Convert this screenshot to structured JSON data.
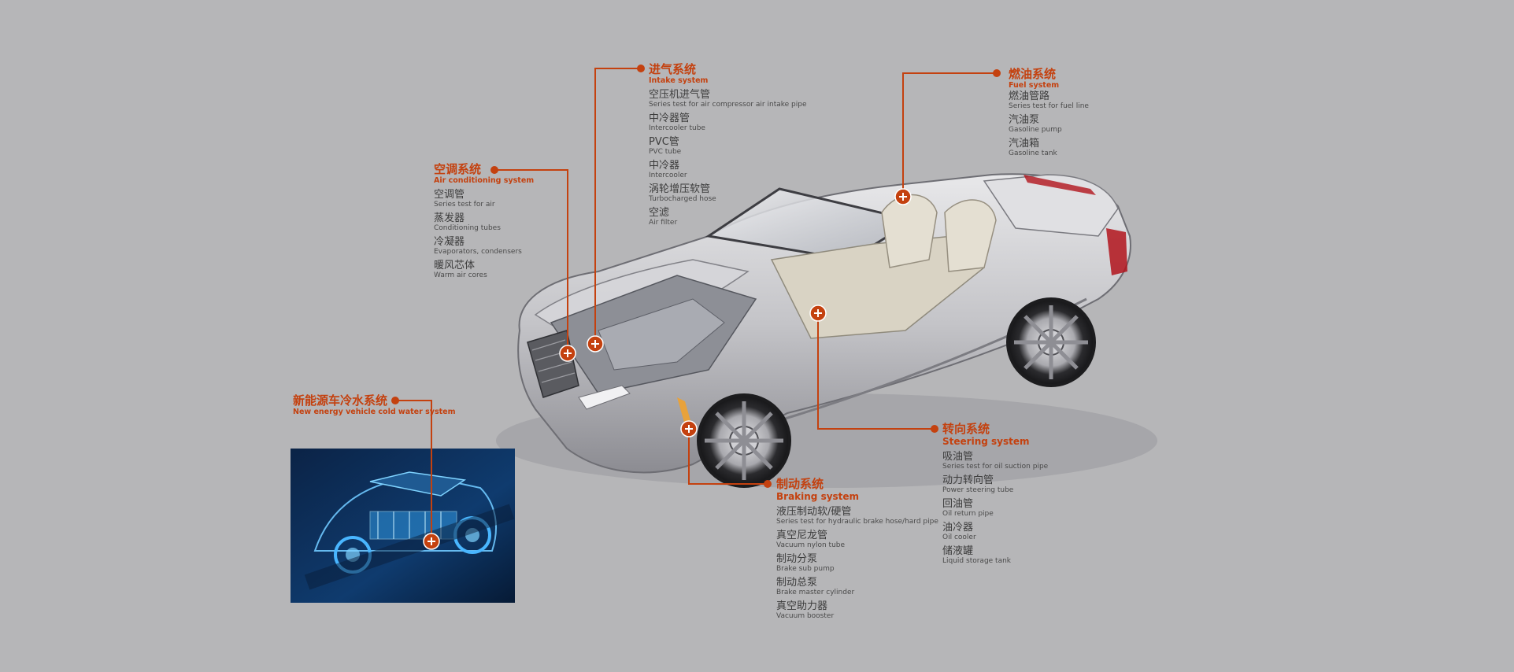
{
  "colors": {
    "background": "#b6b6b8",
    "accent": "#c4410f",
    "item_text": "#3c3c3c"
  },
  "systems": {
    "intake": {
      "title": "进气系统",
      "subtitle": "Intake system",
      "items": [
        {
          "zh": "空压机进气管",
          "en": "Series test for air compressor air intake pipe"
        },
        {
          "zh": "中冷器管",
          "en": "Intercooler tube"
        },
        {
          "zh": "PVC管",
          "en": "PVC tube"
        },
        {
          "zh": "中冷器",
          "en": "Intercooler"
        },
        {
          "zh": "涡轮增压软管",
          "en": "Turbocharged hose"
        },
        {
          "zh": "空滤",
          "en": "Air filter"
        }
      ]
    },
    "fuel": {
      "title": "燃油系统",
      "subtitle": "Fuel system",
      "items": [
        {
          "zh": "燃油管路",
          "en": "Series test for fuel line"
        },
        {
          "zh": "汽油泵",
          "en": "Gasoline pump"
        },
        {
          "zh": "汽油箱",
          "en": "Gasoline tank"
        }
      ]
    },
    "air_conditioning": {
      "title": "空调系统",
      "subtitle": "Air conditioning system",
      "items": [
        {
          "zh": "空调管",
          "en": "Series test for air"
        },
        {
          "zh": "蒸发器",
          "en": "Conditioning tubes"
        },
        {
          "zh": "冷凝器",
          "en": "Evaporators, condensers"
        },
        {
          "zh": "暖风芯体",
          "en": "Warm air cores"
        }
      ]
    },
    "cold_water": {
      "title": "新能源车冷水系统",
      "subtitle": "New energy vehicle cold water system",
      "items": []
    },
    "steering": {
      "title": "转向系统",
      "subtitle": "Steering system",
      "items": [
        {
          "zh": "吸油管",
          "en": "Series test for oil suction pipe"
        },
        {
          "zh": "动力转向管",
          "en": "Power steering tube"
        },
        {
          "zh": "回油管",
          "en": "Oil return pipe"
        },
        {
          "zh": "油冷器",
          "en": "Oil cooler"
        },
        {
          "zh": "储液罐",
          "en": "Liquid storage tank"
        }
      ]
    },
    "braking": {
      "title": "制动系统",
      "subtitle": "Braking system",
      "items": [
        {
          "zh": "液压制动软/硬管",
          "en": "Series test for hydraulic brake hose/hard pipe"
        },
        {
          "zh": "真空尼龙管",
          "en": "Vacuum nylon tube"
        },
        {
          "zh": "制动分泵",
          "en": "Brake sub pump"
        },
        {
          "zh": "制动总泵",
          "en": "Brake master cylinder"
        },
        {
          "zh": "真空助力器",
          "en": "Vacuum booster"
        }
      ]
    }
  }
}
